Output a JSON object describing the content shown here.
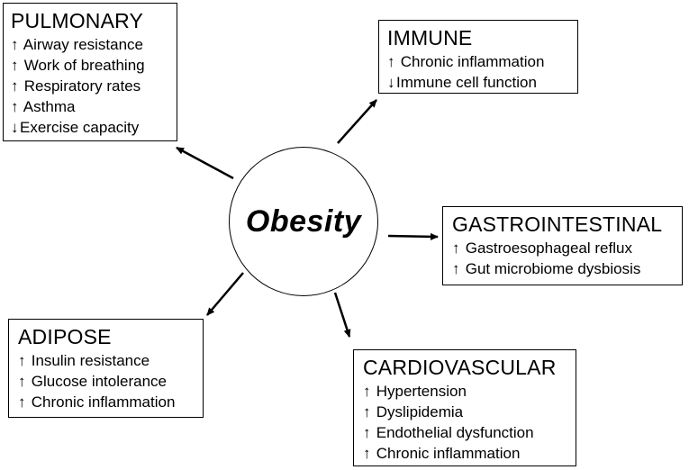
{
  "center": {
    "label": "Obesity"
  },
  "categories": [
    {
      "id": "pulmonary",
      "title": "PULMONARY",
      "effects": [
        {
          "direction": "↑",
          "text": "Airway resistance"
        },
        {
          "direction": "↑",
          "text": "Work of breathing"
        },
        {
          "direction": "↑",
          "text": "Respiratory rates"
        },
        {
          "direction": "↑",
          "text": "Asthma"
        },
        {
          "direction": "↓",
          "text": "Exercise capacity"
        }
      ]
    },
    {
      "id": "immune",
      "title": "IMMUNE",
      "effects": [
        {
          "direction": "↑",
          "text": "Chronic inflammation"
        },
        {
          "direction": "↓",
          "text": "Immune cell function"
        }
      ]
    },
    {
      "id": "gastrointestinal",
      "title": "GASTROINTESTINAL",
      "effects": [
        {
          "direction": "↑",
          "text": "Gastroesophageal reflux"
        },
        {
          "direction": "↑",
          "text": "Gut microbiome dysbiosis"
        }
      ]
    },
    {
      "id": "adipose",
      "title": "ADIPOSE",
      "effects": [
        {
          "direction": "↑",
          "text": "Insulin resistance"
        },
        {
          "direction": "↑",
          "text": "Glucose intolerance"
        },
        {
          "direction": "↑",
          "text": "Chronic inflammation"
        }
      ]
    },
    {
      "id": "cardiovascular",
      "title": "CARDIOVASCULAR",
      "effects": [
        {
          "direction": "↑",
          "text": "Hypertension"
        },
        {
          "direction": "↑",
          "text": "Dyslipidemia"
        },
        {
          "direction": "↑",
          "text": "Endothelial dysfunction"
        },
        {
          "direction": "↑",
          "text": "Chronic inflammation"
        }
      ]
    }
  ]
}
